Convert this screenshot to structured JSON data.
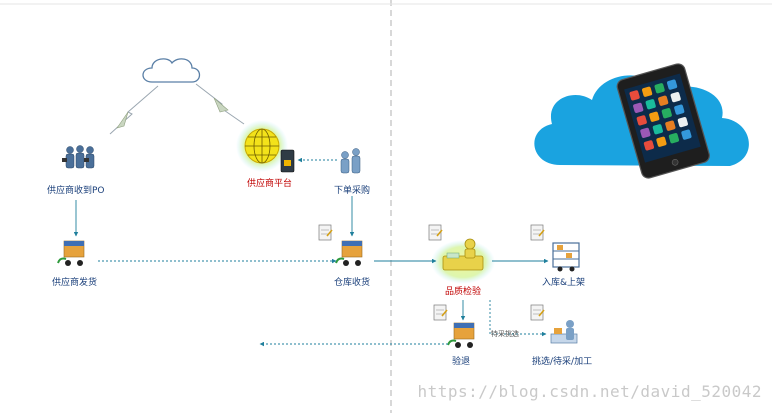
{
  "nodes": {
    "supplier_receive_po": "供应商收到PO",
    "supplier_platform": "供应商平台",
    "place_order": "下单采购",
    "supplier_ship": "供应商发货",
    "warehouse_receive": "仓库收货",
    "quality_check": "品质检验",
    "inbound_shelve": "入库&上架",
    "return": "验退",
    "pick_process": "挑选/待采/加工"
  },
  "edge_labels": {
    "special": "特采挑选"
  },
  "watermark": "https://blog.csdn.net/david_520042",
  "colors": {
    "blue_label": "#1a3f7a",
    "red_label": "#c00000",
    "connector": "#1f7f9c",
    "cloud_fill": "#1aa3e0"
  }
}
